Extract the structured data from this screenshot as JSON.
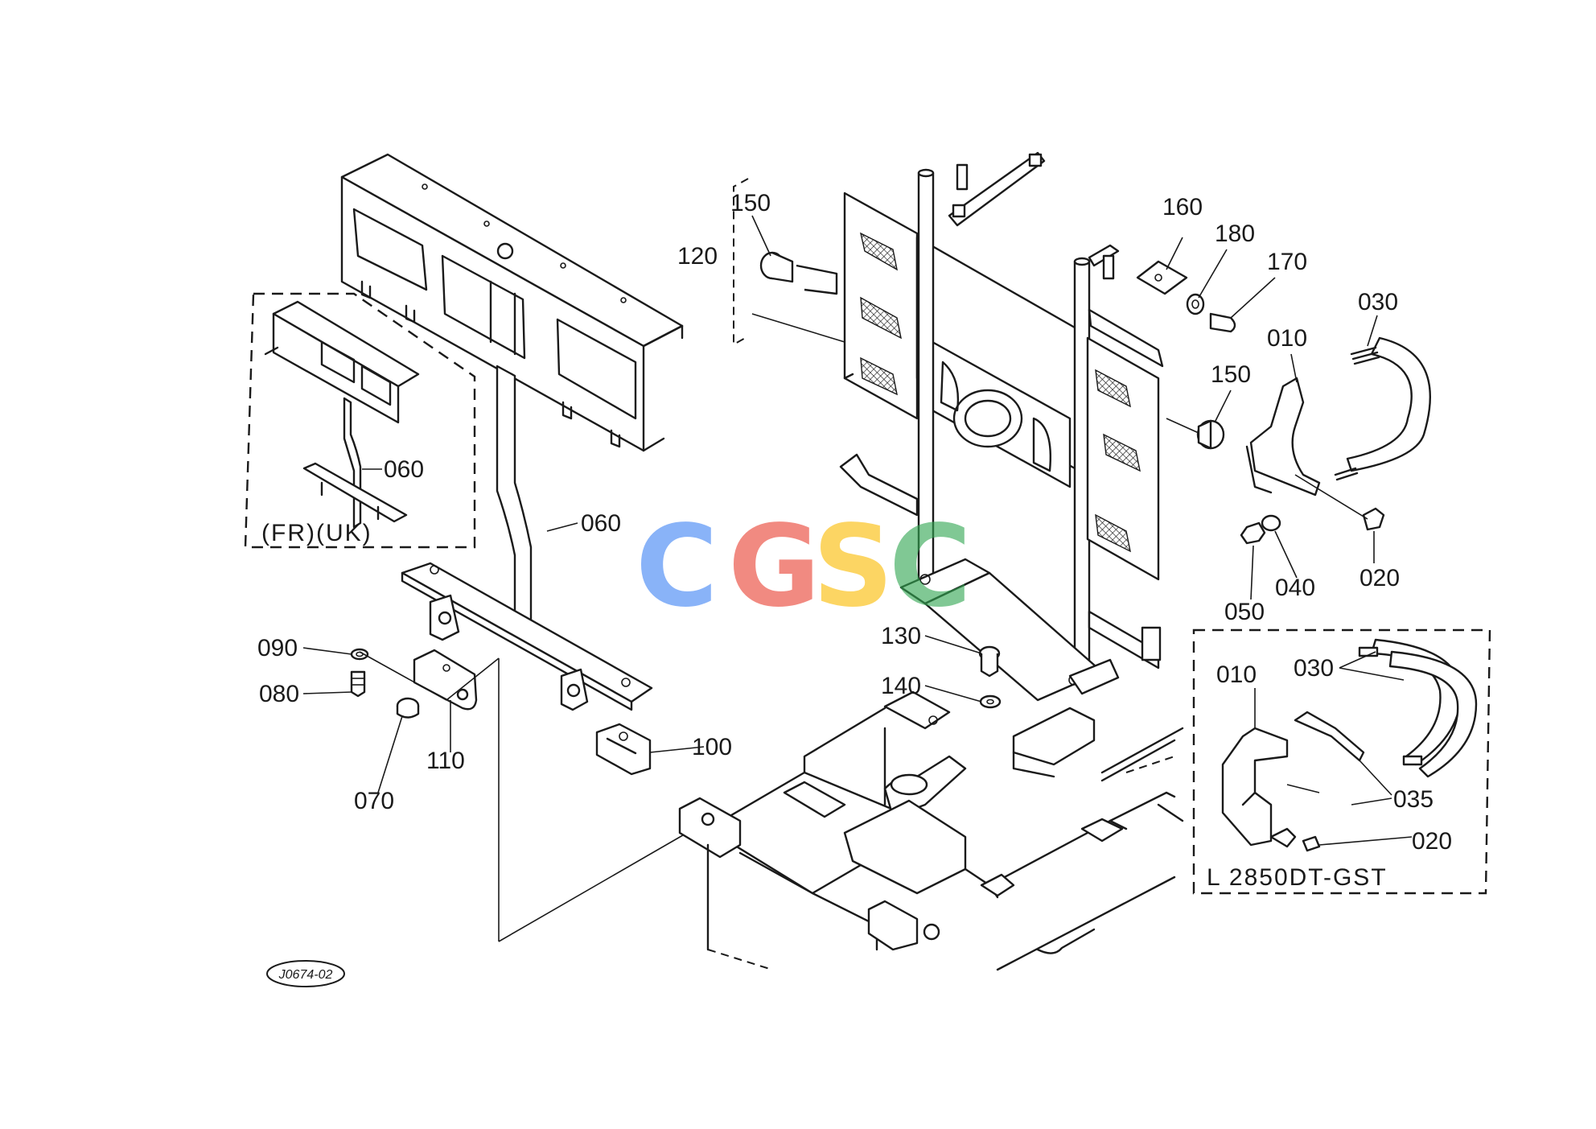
{
  "labels": {
    "l150a": "150",
    "l120": "120",
    "l160": "160",
    "l180": "180",
    "l170": "170",
    "l030a": "030",
    "l010a": "010",
    "l150b": "150",
    "l060a": "060",
    "l060b": "060",
    "l020a": "020",
    "l040": "040",
    "l050": "050",
    "l090": "090",
    "l080": "080",
    "l110": "110",
    "l070": "070",
    "l100": "100",
    "l130": "130",
    "l140": "140",
    "l010b": "010",
    "l030b": "030",
    "l035": "035",
    "l020b": "020"
  },
  "inset_left_caption": "(FR)(UK)",
  "inset_right_caption": "L 2850DT-GST",
  "drawing_ref": "J0674-02",
  "watermark": {
    "text": "CGSC",
    "colors": [
      "#4285f4",
      "#ea4335",
      "#fbbc05",
      "#34a853"
    ]
  }
}
